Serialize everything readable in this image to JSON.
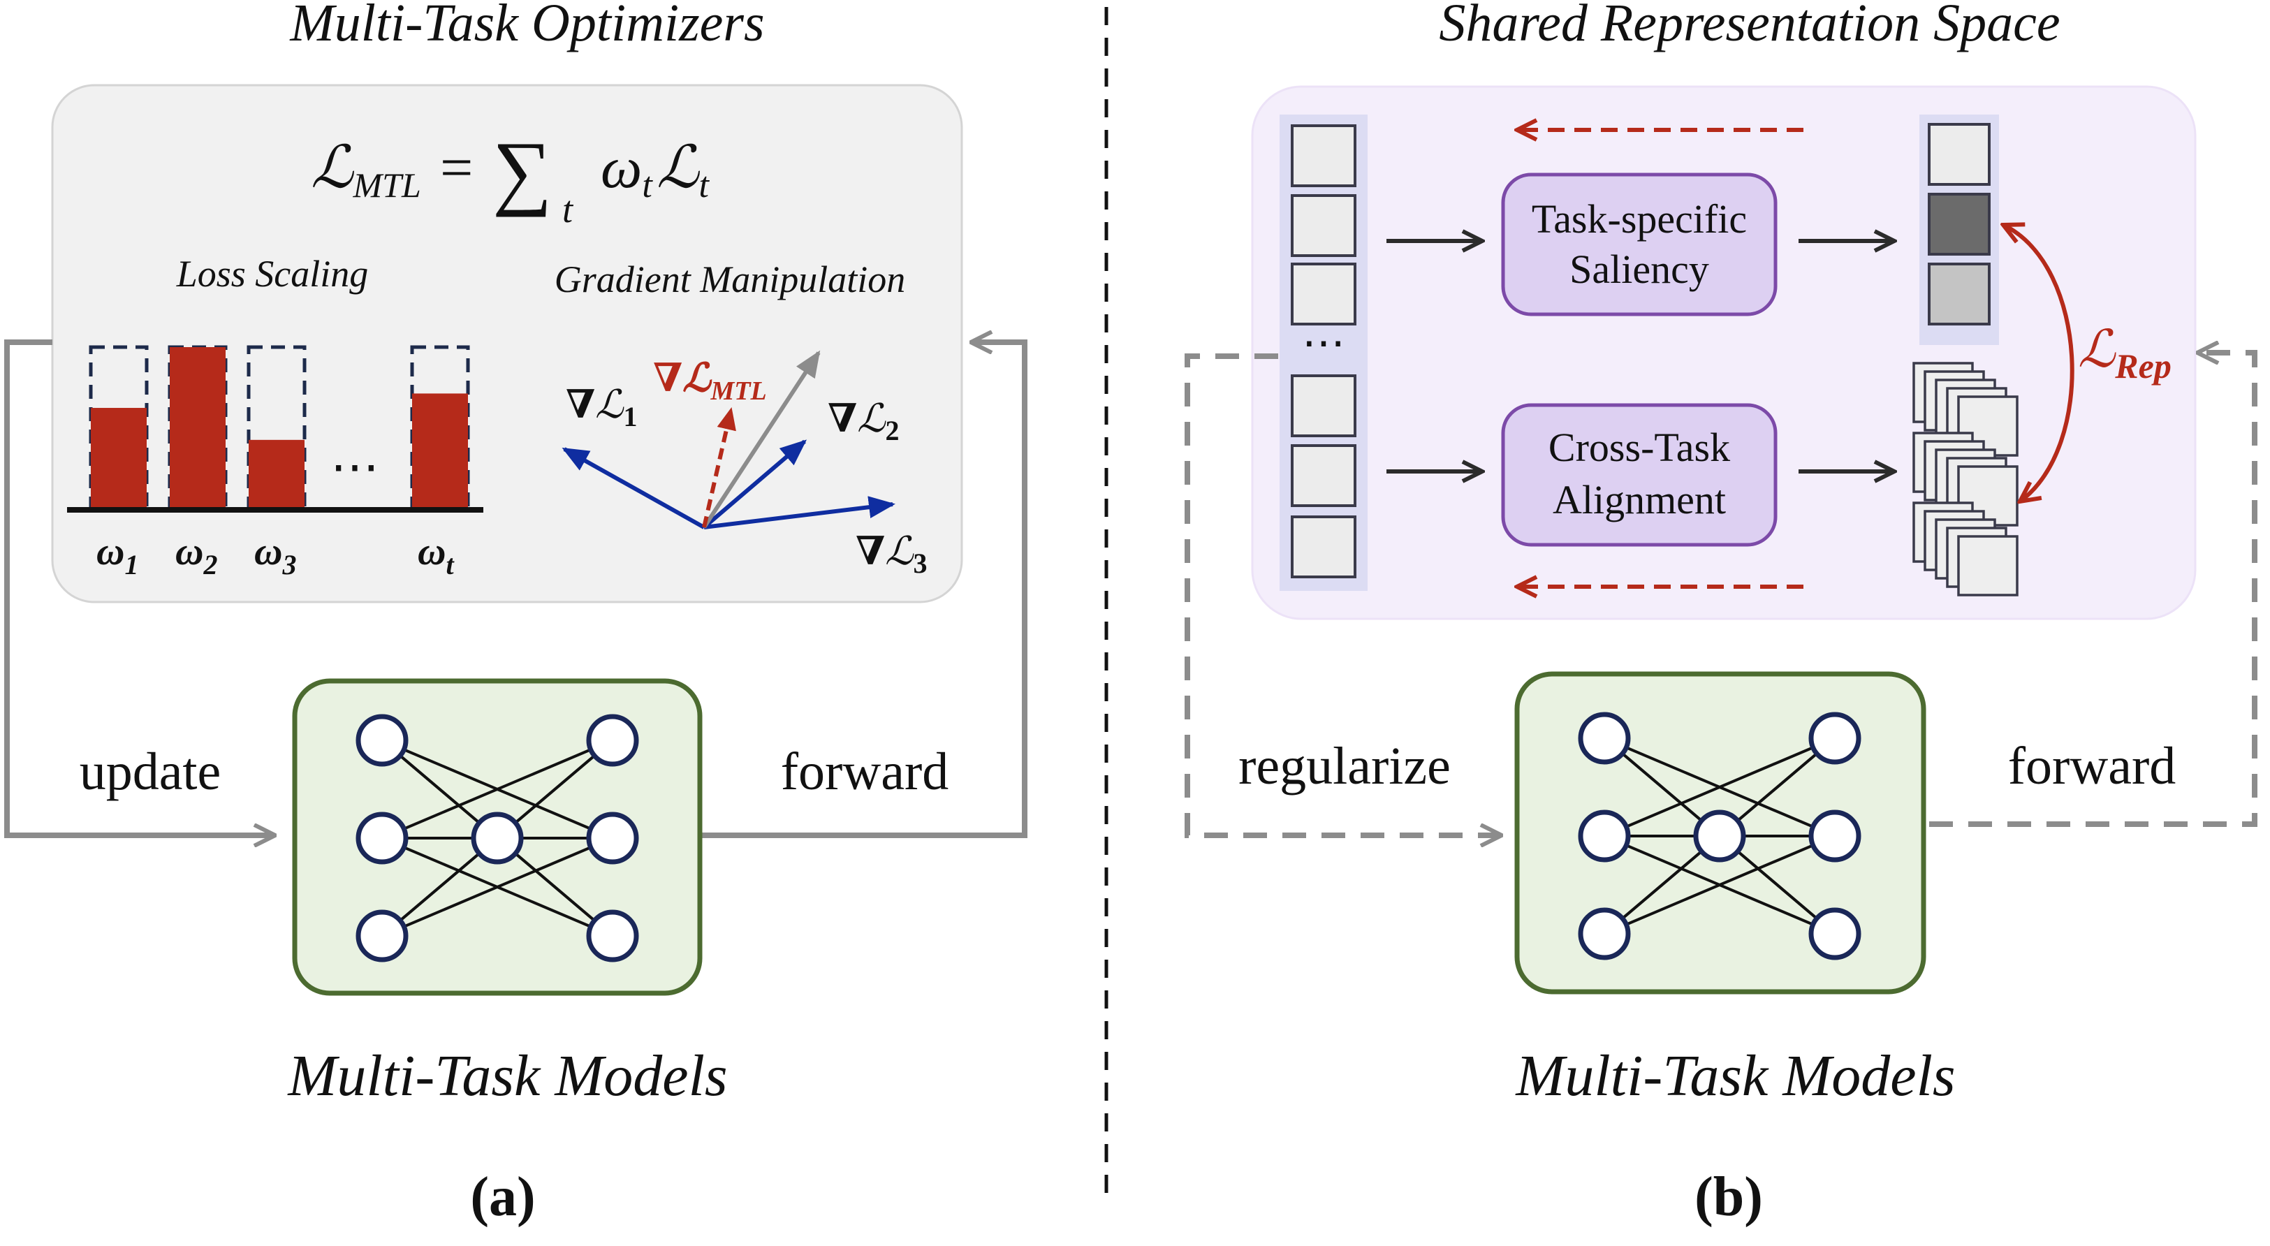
{
  "panel_a": {
    "title": "Multi-Task Optimizers",
    "formula": {
      "lhs": "ℒ",
      "lhs_sub": "MTL",
      "eq": "=",
      "sum": "∑",
      "sum_sub": "t",
      "term_w": "ω",
      "term_w_sub": "t",
      "term_l": "ℒ",
      "term_l_sub": "t"
    },
    "loss_scaling_label": "Loss Scaling",
    "gradient_label": "Gradient Manipulation",
    "bars": [
      {
        "label": "ω",
        "sub": "1",
        "fill": 0.62
      },
      {
        "label": "ω",
        "sub": "2",
        "fill": 1.0
      },
      {
        "label": "ω",
        "sub": "3",
        "fill": 0.42
      },
      {
        "label": "ω",
        "sub": "t",
        "fill": 0.71
      }
    ],
    "bar_ellipsis": "⋯",
    "gradients": {
      "g1": {
        "nabla": "∇",
        "sym": "ℒ",
        "sub": "1"
      },
      "g2": {
        "nabla": "∇",
        "sym": "ℒ",
        "sub": "2"
      },
      "g3": {
        "nabla": "∇",
        "sym": "ℒ",
        "sub": "3"
      },
      "gmtl": {
        "nabla": "∇",
        "sym": "ℒ",
        "sub": "MTL"
      }
    },
    "update_label": "update",
    "forward_label": "forward",
    "model_label": "Multi-Task Models",
    "caption": "(a)"
  },
  "panel_b": {
    "title": "Shared Representation Space",
    "saliency_label_line1": "Task-specific",
    "saliency_label_line2": "Saliency",
    "alignment_label_line1": "Cross-Task",
    "alignment_label_line2": "Alignment",
    "column_ellipsis": "⋯",
    "rep_loss": {
      "sym": "ℒ",
      "sub": "Rep"
    },
    "regularize_label": "regularize",
    "forward_label": "forward",
    "model_label": "Multi-Task Models",
    "caption": "(b)"
  },
  "colors": {
    "bar_red": "#b52a1a",
    "arrow_blue": "#0f2da0",
    "panel_gray": "#f1f1f1",
    "panel_lavender": "#f4eefb",
    "box_purple_fill": "#ddd0f2",
    "box_purple_stroke": "#7c4aa8",
    "model_green_fill": "#e9f2e1",
    "model_green_stroke": "#4c6b30",
    "node_blue": "#1a2758"
  }
}
